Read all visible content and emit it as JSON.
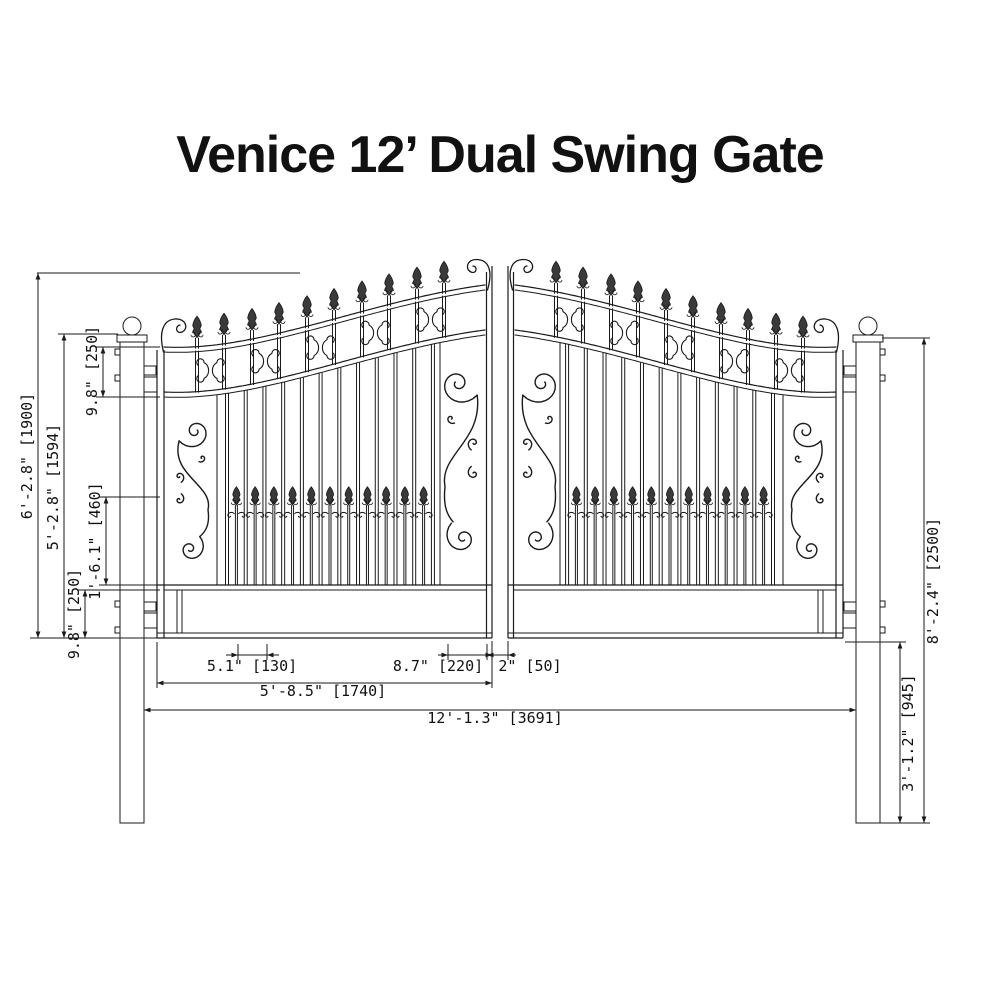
{
  "title": "Venice 12’ Dual Swing Gate",
  "drawing": {
    "name": "venice-dual-swing-gate-technical-diagram",
    "line_color": "#1a1a1a",
    "background_color": "#ffffff"
  },
  "dimensions": {
    "left": {
      "overall_height": "6'-2.8\" [1900]",
      "leaf_height": "5'-2.8\" [1594]",
      "top_band_height": "9.8\" [250]",
      "mid_picket_height": "1'-6.1\" [460]",
      "bottom_panel_height": "9.8\" [250]"
    },
    "right": {
      "post_height": "8'-2.4\" [2500]",
      "post_below_gate": "3'-1.2\" [945]"
    },
    "bottom": {
      "picket_spacing": "5.1\" [130]",
      "scroll_panel_width": "8.7\" [220]",
      "leaf_gap": "2\" [50]",
      "leaf_width": "5'-8.5\" [1740]",
      "overall_width": "12'-1.3\" [3691]"
    }
  }
}
